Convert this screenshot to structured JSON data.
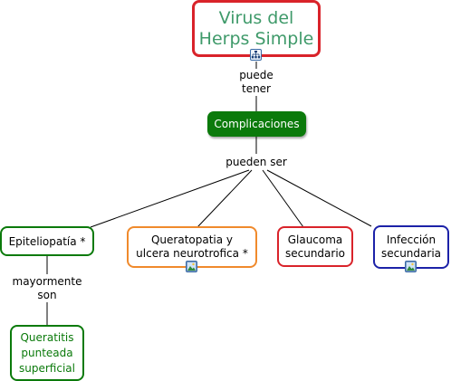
{
  "title_node": {
    "line1": "Virus del",
    "line2": "Herps Simple"
  },
  "nodes": {
    "complicaciones": "Complicaciones",
    "epiteliopatia": "Epiteliopatía *",
    "queratopatia": {
      "line1": "Queratopatia y",
      "line2": "ulcera neurotrofica *"
    },
    "glaucoma": {
      "line1": "Glaucoma",
      "line2": "secundario"
    },
    "infeccion": {
      "line1": "Infección",
      "line2": "secundaria"
    },
    "queratitis": {
      "line1": "Queratitis",
      "line2": "punteada",
      "line3": "superficial"
    }
  },
  "links": {
    "puede_tener": {
      "line1": "puede",
      "line2": "tener"
    },
    "pueden_ser": "pueden ser",
    "mayormente_son": {
      "line1": "mayormente",
      "line2": "son"
    }
  },
  "icons": {
    "title": "concept-map-icon",
    "queratopatia": "image-icon",
    "infeccion": "image-icon"
  },
  "colors": {
    "title_border": "#d9232a",
    "title_text": "#3f9a6a",
    "green": "#0b7a0b",
    "orange": "#f08a2c",
    "red": "#d9232a",
    "blue": "#1c22a8"
  }
}
